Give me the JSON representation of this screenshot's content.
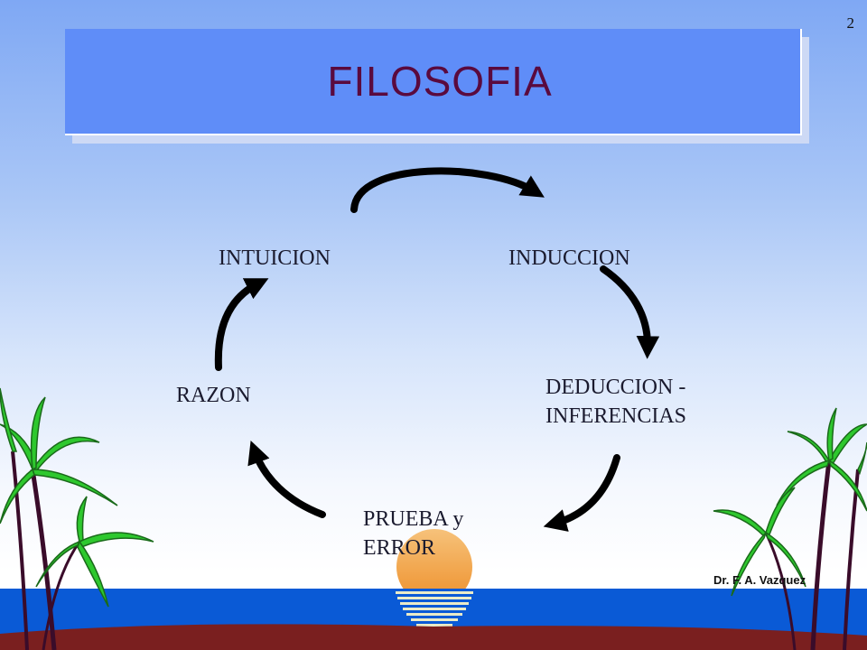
{
  "slide": {
    "number": "2",
    "title": "FILOSOFIA",
    "author": "Dr. F. A. Vazquez"
  },
  "cycle": {
    "nodes": [
      {
        "id": "intuicion",
        "label": "INTUICION"
      },
      {
        "id": "induccion",
        "label": "INDUCCION"
      },
      {
        "id": "deduccion",
        "label": "DEDUCCION -\nINFERENCIAS"
      },
      {
        "id": "prueba",
        "label": "PRUEBA y\nERROR"
      },
      {
        "id": "razon",
        "label": "RAZON"
      }
    ],
    "direction": "clockwise"
  },
  "colors": {
    "title_box": "#5f8df8",
    "title_text": "#5a0a3e",
    "arrow": "#000000",
    "sea": "#0a5ad6",
    "sun": "#f0a040",
    "palm_leaf": "#2ec82e",
    "palm_trunk": "#3a0c2a"
  },
  "icons": {
    "scenery": [
      "palm-tree-icon",
      "sun-icon",
      "sea-icon"
    ]
  }
}
